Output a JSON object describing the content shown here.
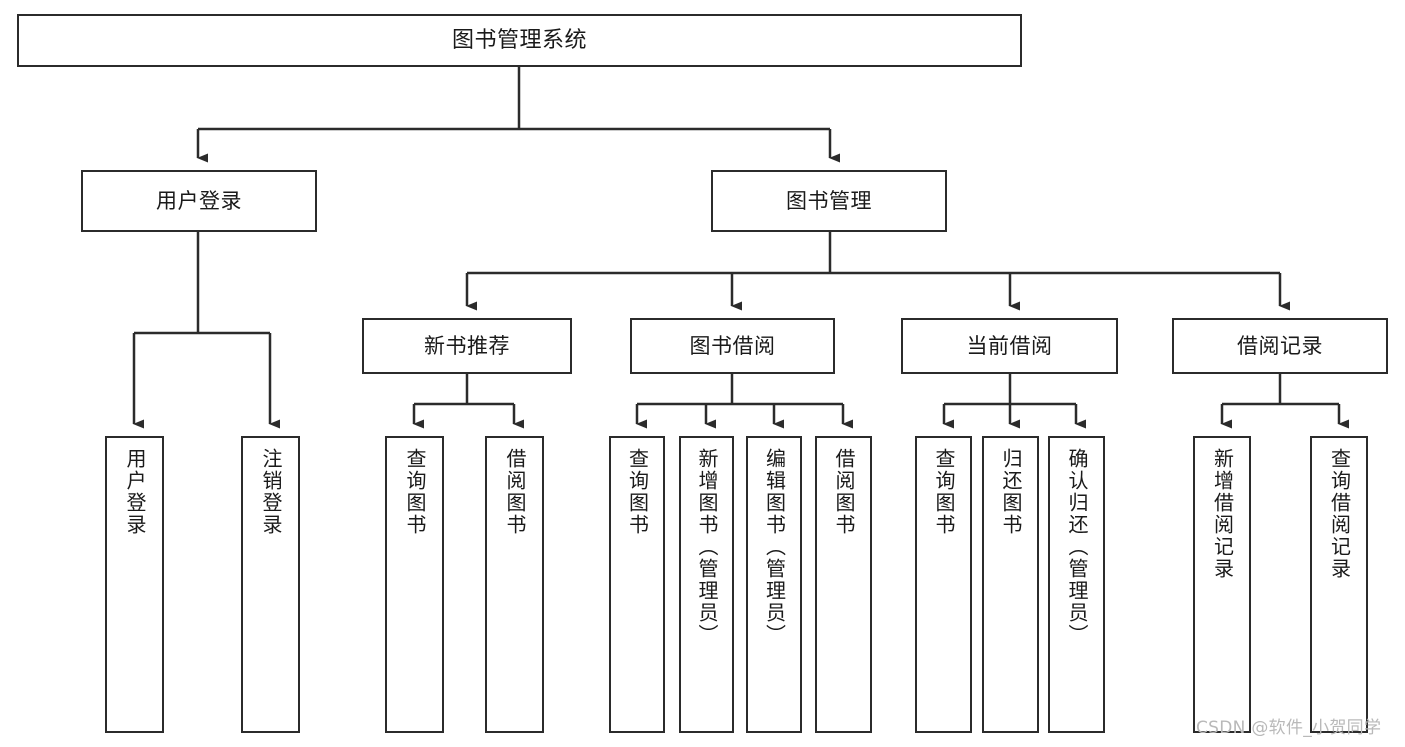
{
  "diagram": {
    "title": "图书管理系统",
    "type": "tree-hierarchy",
    "orientation": "top-down",
    "edge_color": "#2b2b2b",
    "node_border_color": "#2b2b2b",
    "node_fill_color": "#ffffff",
    "text_color": "#1a1a1a"
  },
  "watermark": {
    "text": "CSDN @软件_小贺同学",
    "color": "#b9b9b9"
  },
  "nodes": {
    "root": {
      "label": "图书管理系统",
      "level": 0
    },
    "level1": [
      {
        "id": "user-login",
        "label": "用户登录"
      },
      {
        "id": "book-management",
        "label": "图书管理"
      }
    ],
    "level2": [
      {
        "id": "new-book-recommend",
        "label": "新书推荐",
        "parent": "book-management"
      },
      {
        "id": "book-borrow",
        "label": "图书借阅",
        "parent": "book-management"
      },
      {
        "id": "current-borrow",
        "label": "当前借阅",
        "parent": "book-management"
      },
      {
        "id": "borrow-record",
        "label": "借阅记录",
        "parent": "book-management"
      }
    ],
    "leaves": [
      {
        "id": "leaf-user-login",
        "label": "用户登录",
        "parent": "user-login"
      },
      {
        "id": "leaf-logout-login",
        "label": "注销登录",
        "parent": "user-login"
      },
      {
        "id": "leaf-query-book-1",
        "label": "查询图书",
        "parent": "new-book-recommend"
      },
      {
        "id": "leaf-borrow-book-1",
        "label": "借阅图书",
        "parent": "new-book-recommend"
      },
      {
        "id": "leaf-query-book-2",
        "label": "查询图书",
        "parent": "book-borrow"
      },
      {
        "id": "leaf-add-book",
        "label": "新增图书（管理员）",
        "parent": "book-borrow"
      },
      {
        "id": "leaf-edit-book",
        "label": "编辑图书（管理员）",
        "parent": "book-borrow"
      },
      {
        "id": "leaf-borrow-book-2",
        "label": "借阅图书",
        "parent": "book-borrow"
      },
      {
        "id": "leaf-query-book-3",
        "label": "查询图书",
        "parent": "current-borrow"
      },
      {
        "id": "leaf-return-book",
        "label": "归还图书",
        "parent": "current-borrow"
      },
      {
        "id": "leaf-confirm-return",
        "label": "确认归还（管理员）",
        "parent": "current-borrow"
      },
      {
        "id": "leaf-add-record",
        "label": "新增借阅记录",
        "parent": "borrow-record"
      },
      {
        "id": "leaf-query-record",
        "label": "查询借阅记录",
        "parent": "borrow-record"
      }
    ]
  }
}
